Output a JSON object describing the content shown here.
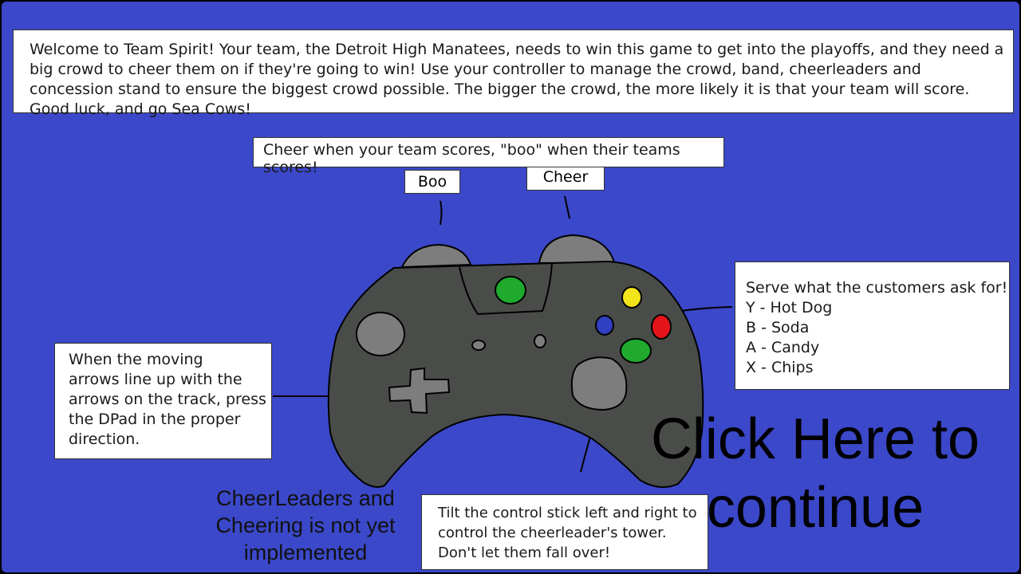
{
  "intro": {
    "text": "Welcome to Team Spirit! Your team, the Detroit High Manatees, needs to win this game to get into the playoffs, and they need a big crowd to cheer them on if they're going to win! Use your controller to manage the crowd, band, cheerleaders and concession stand to ensure the biggest crowd possible. The bigger the crowd, the more likely it is that your team will score. Good luck, and go Sea Cows!"
  },
  "crowd": {
    "instruction": "Cheer when your team scores, \"boo\" when their teams scores!",
    "boo_label": "Boo",
    "cheer_label": "Cheer"
  },
  "dpad": {
    "lines": [
      "When the moving",
      "arrows line up with the",
      "arrows on the track, press",
      "the DPad in the proper",
      "direction."
    ]
  },
  "concession": {
    "title": "Serve what the customers ask for!",
    "items": [
      "Y - Hot Dog",
      "B - Soda",
      "A - Candy",
      "X - Chips"
    ]
  },
  "stick": {
    "lines": [
      "Tilt the control stick left and right to",
      "control the cheerleader's tower.",
      "Don't let them fall over!"
    ]
  },
  "cheerleaders_notice": {
    "lines": [
      "CheerLeaders and",
      "Cheering is not yet",
      "implemented"
    ]
  },
  "continue_button": {
    "lines": [
      "Click Here to",
      "continue"
    ]
  },
  "colors": {
    "background": "#3b48c9",
    "controller_body": "#4a4c49",
    "button_green": "#1faa2e",
    "button_yellow": "#f2e31a",
    "button_red": "#e4141a",
    "button_blue": "#3040c0",
    "stick_gray": "#7d7d7d"
  }
}
